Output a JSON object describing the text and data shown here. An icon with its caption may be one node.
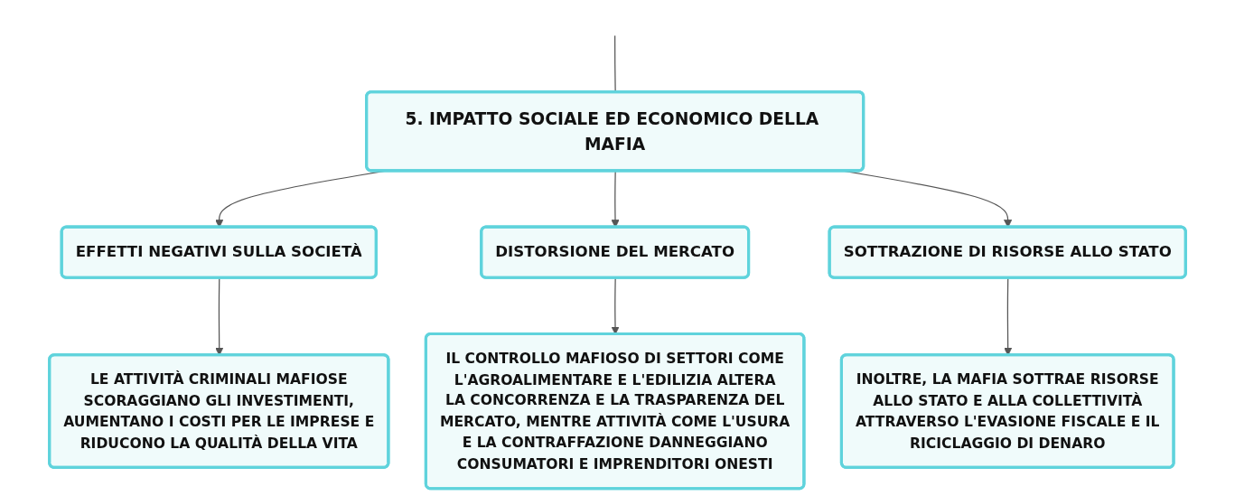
{
  "diagram": {
    "nodes": [
      {
        "text": [
          "5. IMPATTO SOCIALE ED ECONOMICO DELLA MAFIA"
        ]
      },
      {
        "text": [
          "EFFETTI NEGATIVI SULLA SOCIETÀ"
        ]
      },
      {
        "text": [
          "DISTORSIONE DEL MERCATO"
        ]
      },
      {
        "text": [
          "SOTTRAZIONE DI RISORSE ALLO STATO"
        ]
      },
      {
        "text": [
          "LE ATTIVITÀ CRIMINALI MAFIOSE SCORAGGIANO GLI INVESTIMENTI, AUMENTANO I COSTI PER LE IMPRESE E RIDUCONO LA QUALITÀ DELLA VITA"
        ]
      },
      {
        "text": [
          "IL CONTROLLO MAFIOSO DI SETTORI COME L'AGROALIMENTARE E L'EDILIZIA ALTERA LA CONCORRENZA E LA TRASPARENZA DEL MERCATO, MENTRE ATTIVITÀ COME L'USURA E LA CONTRAFFAZIONE DANNEGGIANO CONSUMATORI E IMPRENDITORI ONESTI"
        ]
      },
      {
        "text": [
          "INOLTRE, LA MAFIA SOTTRAE RISORSE ALLO STATO E ALLA COLLETTIVITÀ ATTRAVERSO L'EVASIONE FISCALE E IL RICICLAGGIO DI DENARO"
        ]
      }
    ],
    "edges": [
      {
        "from": null,
        "to": 0,
        "arrow": "none"
      },
      {
        "from": 0,
        "to": 1,
        "arrow": "to"
      },
      {
        "from": 0,
        "to": 2,
        "arrow": "to"
      },
      {
        "from": 0,
        "to": 3,
        "arrow": "to"
      },
      {
        "from": 1,
        "to": 4,
        "arrow": "to"
      },
      {
        "from": 2,
        "to": 5,
        "arrow": "to"
      },
      {
        "from": 3,
        "to": 6,
        "arrow": "to"
      }
    ]
  }
}
